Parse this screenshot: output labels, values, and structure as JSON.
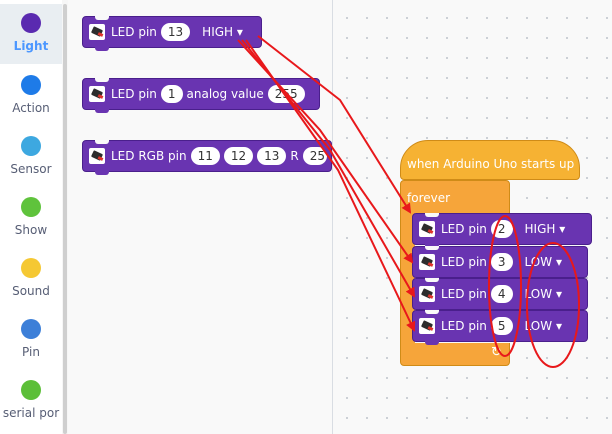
{
  "categories": [
    {
      "label": "Light",
      "color": "#5a2ab0",
      "active": true
    },
    {
      "label": "Action",
      "color": "#1e7be8"
    },
    {
      "label": "Sensor",
      "color": "#3da8e0"
    },
    {
      "label": "Show",
      "color": "#5fc33c"
    },
    {
      "label": "Sound",
      "color": "#f5c833"
    },
    {
      "label": "Pin",
      "color": "#3c7fd8"
    },
    {
      "label": "serial por",
      "color": "#5cbf38"
    }
  ],
  "palette": {
    "block1": {
      "label": "LED pin",
      "pin": "13",
      "level": "HIGH"
    },
    "block2": {
      "label": "LED pin",
      "pin": "1",
      "suffix": "analog value",
      "value": "255"
    },
    "block3": {
      "label": "LED RGB pin",
      "pin_r": "11",
      "pin_g": "12",
      "pin_b": "13",
      "suffix": "R",
      "value": "25"
    }
  },
  "script": {
    "hat_label": "when Arduino Uno starts up",
    "loop_label": "forever",
    "blocks": [
      {
        "label": "LED pin",
        "pin": "2",
        "level": "HIGH"
      },
      {
        "label": "LED pin",
        "pin": "3",
        "level": "LOW"
      },
      {
        "label": "LED pin",
        "pin": "4",
        "level": "LOW"
      },
      {
        "label": "LED pin",
        "pin": "5",
        "level": "LOW"
      }
    ]
  },
  "dropdown_glyph": "▾",
  "loop_glyph": "↻",
  "annotation_color": "#e8181b"
}
